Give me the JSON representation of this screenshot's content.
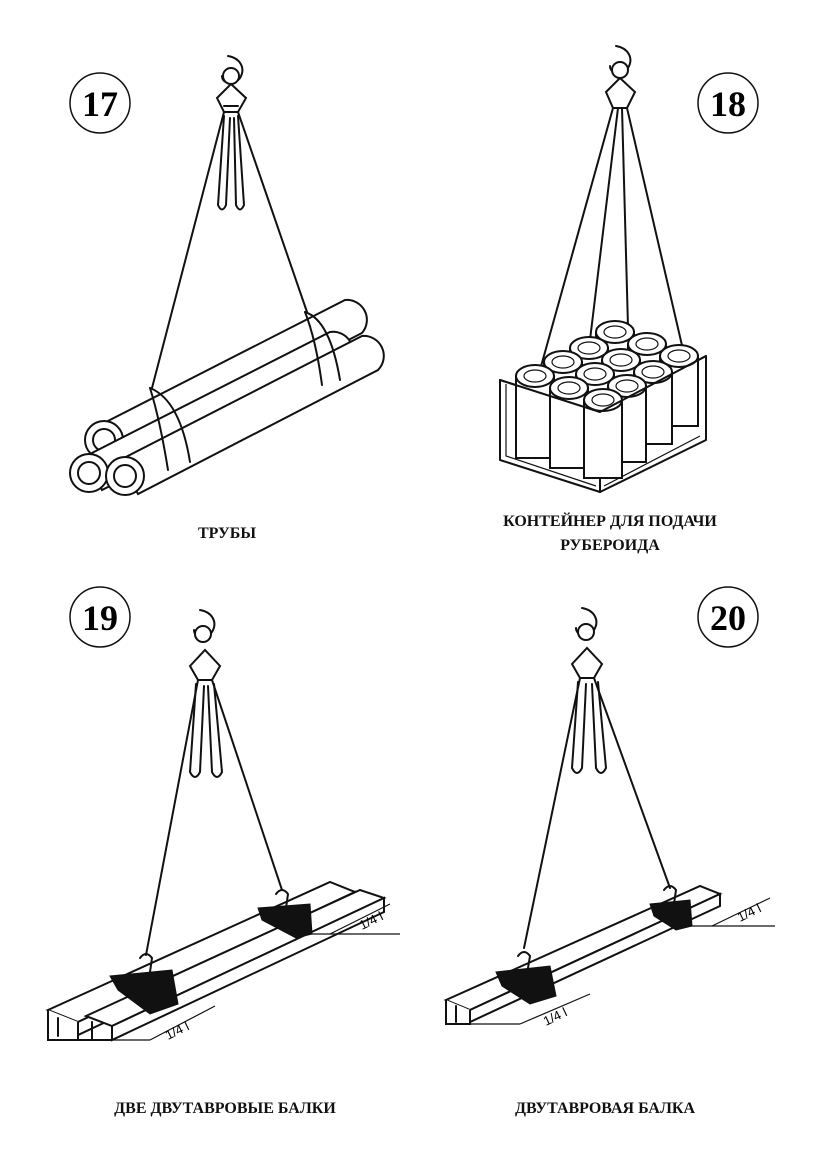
{
  "panels": [
    {
      "number": "17",
      "caption": "ТРУБЫ"
    },
    {
      "number": "18",
      "caption_line1": "КОНТЕЙНЕР ДЛЯ ПОДАЧИ",
      "caption_line2": "РУБЕРОИДА"
    },
    {
      "number": "19",
      "caption": "ДВЕ ДВУТАВРОВЫЕ БАЛКИ",
      "dim_left": "1/4 l",
      "dim_right": "1/4 l"
    },
    {
      "number": "20",
      "caption": "ДВУТАВРОВАЯ БАЛКА",
      "dim_left": "1/4 l",
      "dim_right": "1/4 l"
    }
  ]
}
